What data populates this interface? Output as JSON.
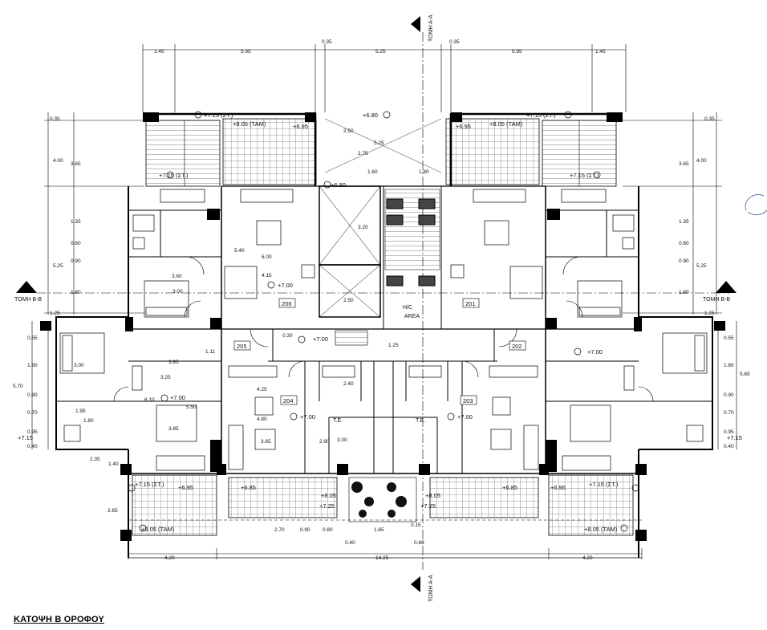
{
  "title": "ΚΑΤΟΨΗ Β ΟΡΟΦΟΥ",
  "sections": {
    "aa_top": "ΤΟΜΗ Α-Α",
    "aa_bottom": "ΤΟΜΗ Α-Α",
    "bb_left": "ΤΟΜΗ Β-Β",
    "bb_right": "ΤΟΜΗ Β-Β"
  },
  "units": [
    "201",
    "202",
    "203",
    "204",
    "205",
    "206"
  ],
  "elevations": {
    "roof_left": "+7.15 (ΣΤ.)",
    "roof_right": "+7.15 (ΣΤ.)",
    "stair_left": "+7.15 (ΣΤ.)",
    "stair_right": "+7.15 (ΣΤ.)",
    "center_top": "+6.80",
    "center_mid": "+6.80",
    "slab_left": "+8.05 (ΤΑΜ)",
    "slab_right": "+8.05 (ΤΑΜ)",
    "level_706": "+7.00",
    "level_mid": "+7.00",
    "level_left": "+7.00",
    "level_right": "+7.00",
    "level_204": "+7.00",
    "level_203": "+7.00",
    "side_left": "+7.15",
    "side_right": "+7.15",
    "bottom_left": "+7.15 (ΣΤ.)",
    "bottom_right": "+7.15 (ΣΤ.)",
    "tam_bl": "+8.05 (ΤΑΜ)",
    "tam_br": "+8.05 (ΤΑΜ)",
    "b1": "+6.95",
    "b2": "+6.85",
    "b3": "+6.95",
    "b4": "+6.85",
    "b5": "+8.05",
    "b6": "+8.05",
    "b7": "+7.25",
    "b8": "+7.25",
    "t1": "+6.95",
    "t2": "+6.95"
  },
  "dims_top": [
    "1.45",
    "5.95",
    "0.35",
    "5.25",
    "0.35",
    "5.95",
    "1.45"
  ],
  "dims_bottom": [
    "4.20",
    "14.25",
    "4.20"
  ],
  "dims_left": [
    "0.35",
    "4.00",
    "3.65",
    "1.35",
    "0.60",
    "0.90",
    "5.25",
    "1.80",
    "1.25"
  ],
  "dims_right": [
    "0.35",
    "4.00",
    "3.65",
    "1.35",
    "0.60",
    "0.90",
    "5.25",
    "1.80",
    "1.25"
  ],
  "dims_left_lower": [
    "0.55",
    "1.80",
    "5.70",
    "0.90",
    "0.70",
    "0.95",
    "0.40"
  ],
  "dims_right_lower": [
    "0.55",
    "1.80",
    "5.65",
    "0.90",
    "0.70",
    "0.95",
    "0.40"
  ],
  "room_dims": [
    "3.00",
    "3.60",
    "3.00",
    "3.85",
    "3.25",
    "3.85",
    "4.25",
    "4.80",
    "3.65",
    "6.00",
    "5.40",
    "4.15",
    "6.10",
    "5.50",
    "2.40",
    "2.90",
    "3.00",
    "2.50",
    "2.75",
    "5.25",
    "1.60",
    "1.80",
    "3.20",
    "2.50",
    "1.25",
    "0.30",
    "1.11",
    "1.95",
    "1.80",
    "2.35",
    "1.40",
    "2.65",
    "2.70",
    "0.90",
    "0.80",
    "1.65",
    "0.15",
    "0.40",
    "0.60"
  ],
  "misc": {
    "te_left": "T.E.",
    "te_right": "T.E.",
    "hc": "H/C",
    "ab": "AREA",
    "b_label": "5.50"
  }
}
